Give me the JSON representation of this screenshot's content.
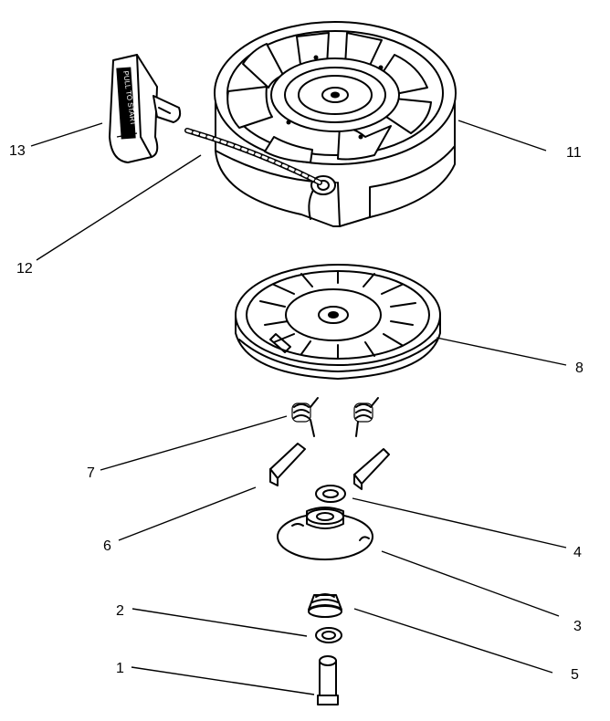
{
  "labels": {
    "l1": "1",
    "l2": "2",
    "l3": "3",
    "l4": "4",
    "l5": "5",
    "l6": "6",
    "l7": "7",
    "l8": "8",
    "l11": "11",
    "l12": "12",
    "l13": "13"
  },
  "handle_text": "PULL TO START"
}
